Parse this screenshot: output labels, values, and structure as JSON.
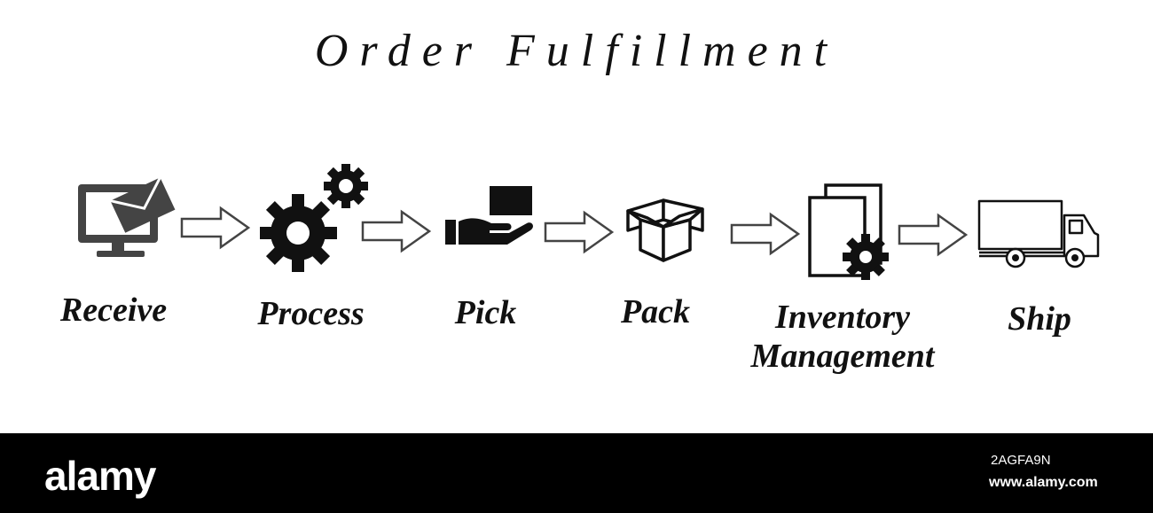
{
  "diagram": {
    "title": "Order Fulfillment",
    "steps": [
      {
        "label": "Receive",
        "icon": "computer-mail-icon"
      },
      {
        "label": "Process",
        "icon": "gears-icon"
      },
      {
        "label": "Pick",
        "icon": "hand-box-icon"
      },
      {
        "label": "Pack",
        "icon": "open-box-icon"
      },
      {
        "label": "Inventory\nManagement",
        "icon": "documents-gear-icon"
      },
      {
        "label": "Ship",
        "icon": "truck-icon"
      }
    ],
    "connector_icon": "arrow-right-icon"
  },
  "footer": {
    "brand": "alamy",
    "image_id": "2AGFA9N",
    "site": "www.alamy.com"
  }
}
